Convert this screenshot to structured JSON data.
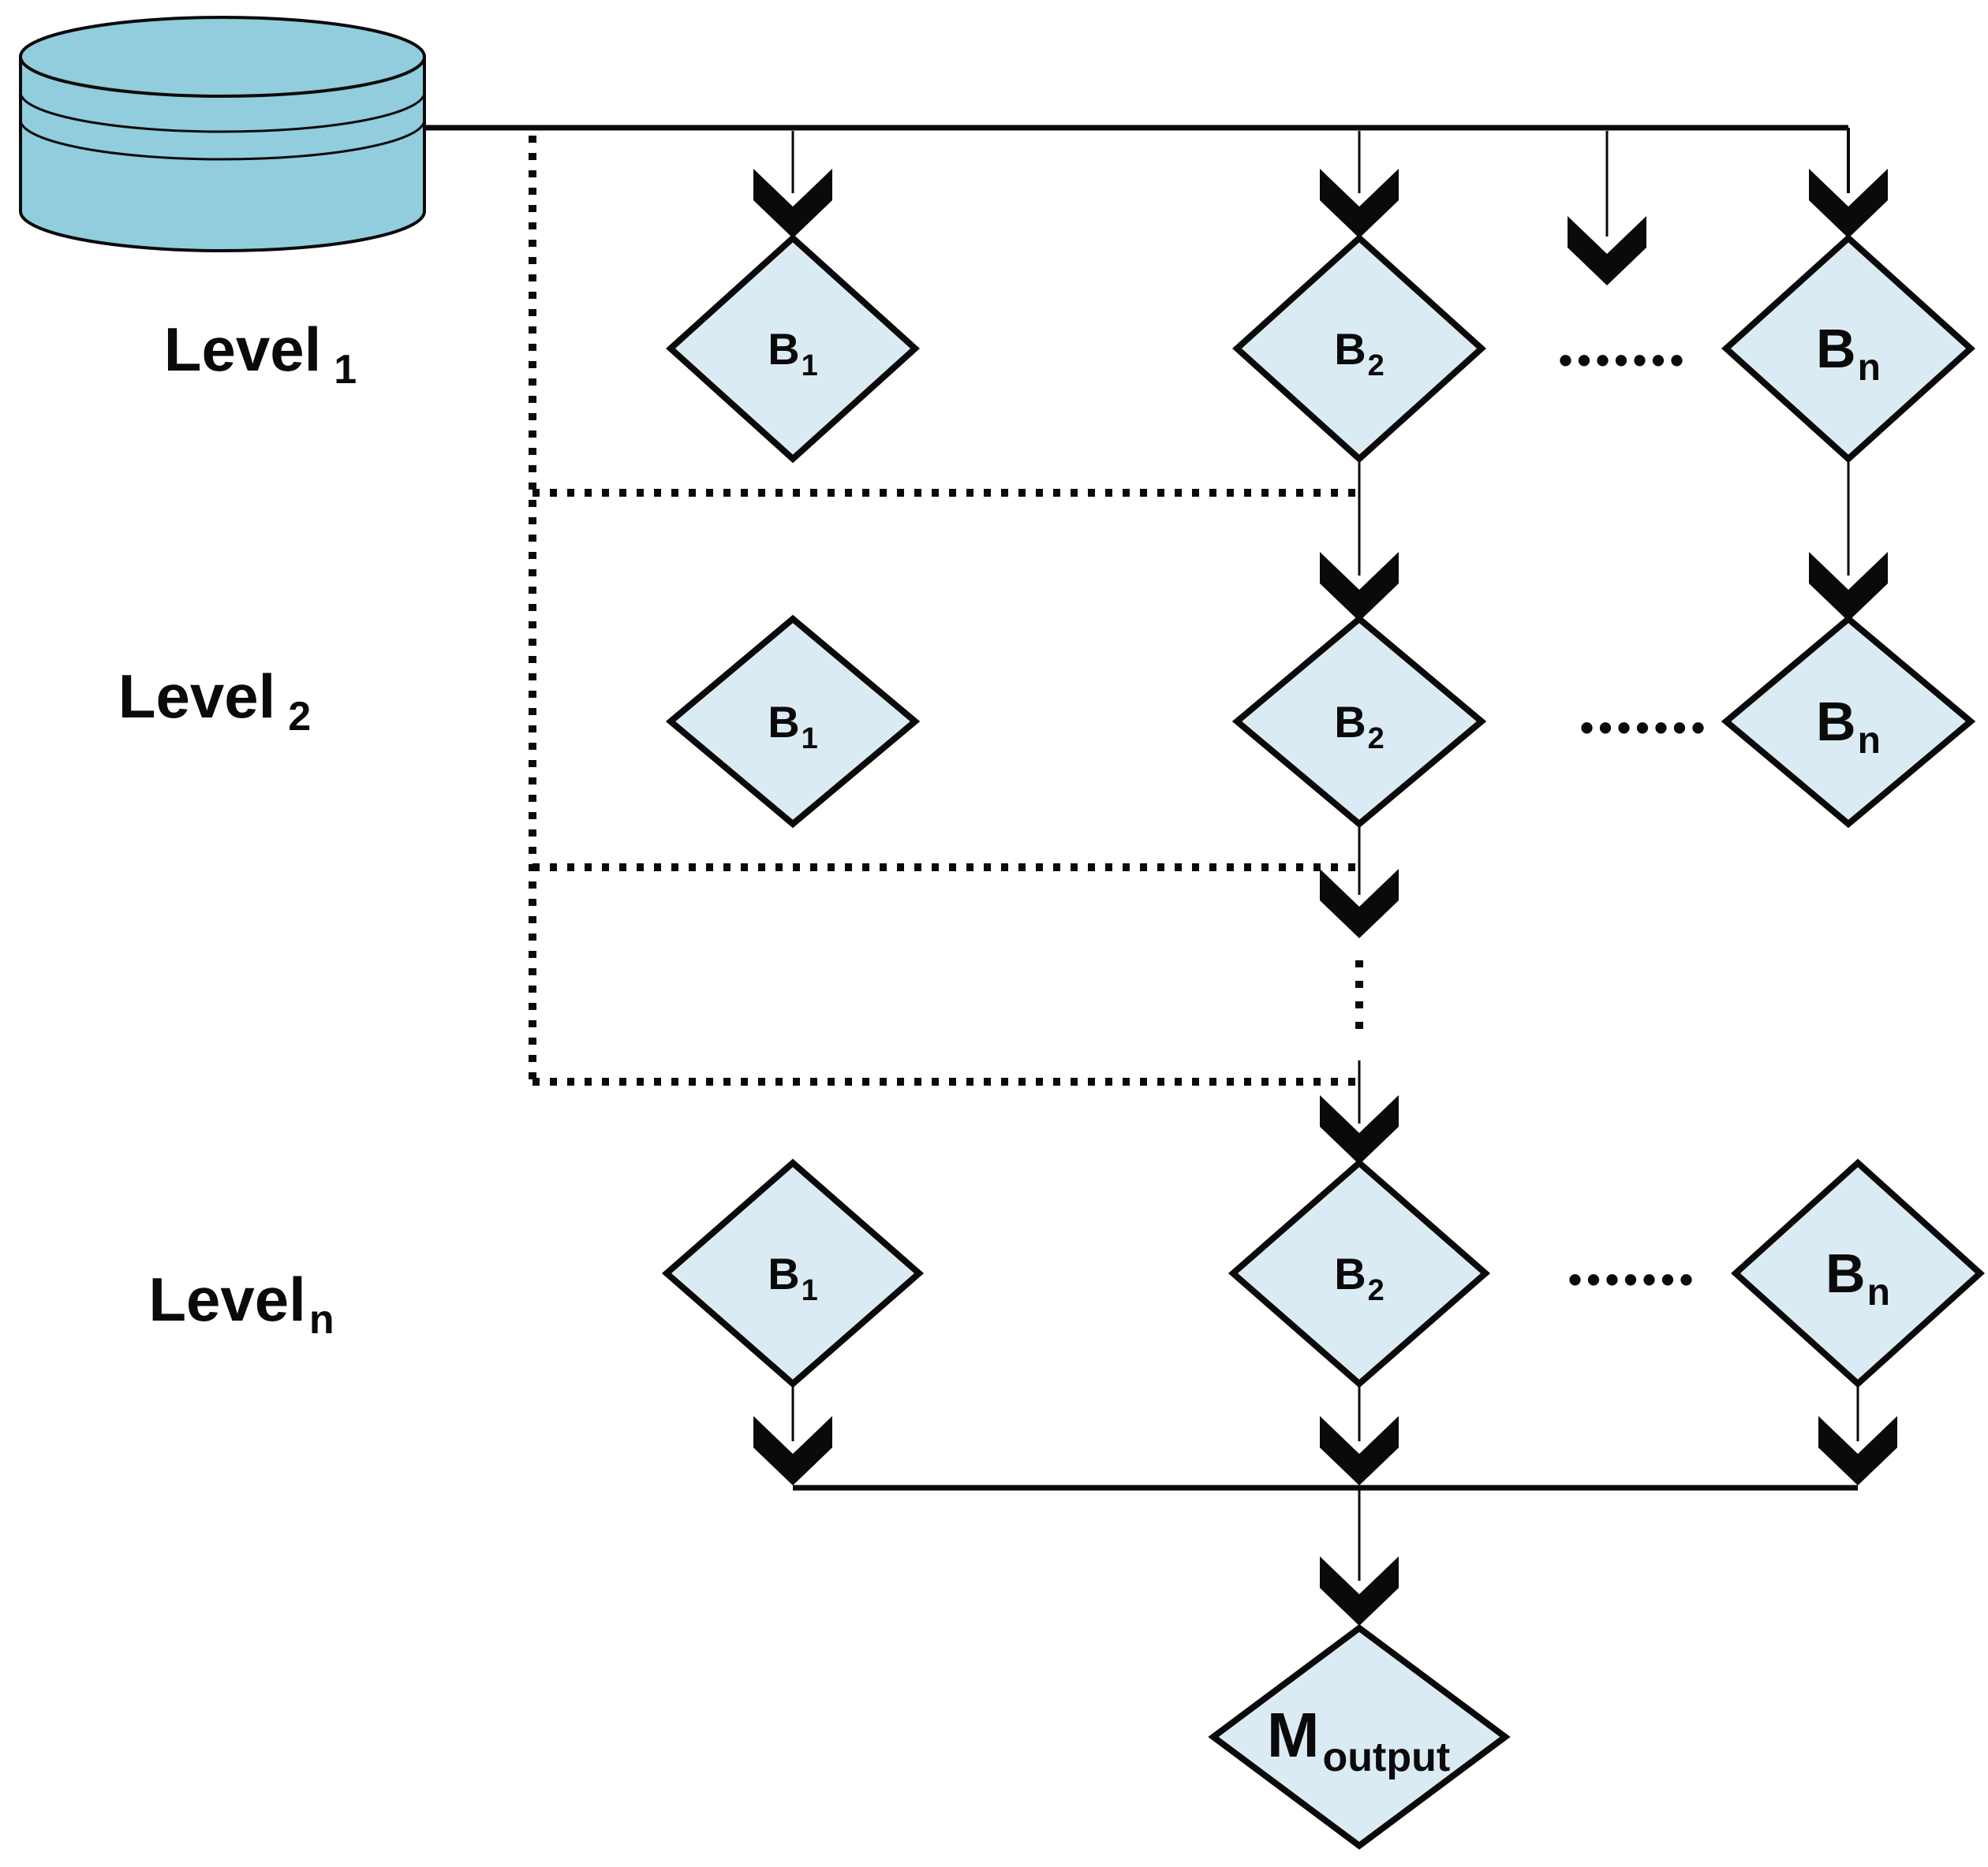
{
  "colors": {
    "cylinder_fill": "#91CDDC",
    "diamond_fill": "#DBEBF3",
    "line": "#0a0a0a",
    "background": "#ffffff"
  },
  "levels": [
    {
      "label": {
        "main": "Level",
        "sub": "1"
      },
      "nodes": [
        {
          "main": "B",
          "sub": "1"
        },
        {
          "main": "B",
          "sub": "2"
        },
        {
          "main": "B",
          "sub": "n"
        }
      ],
      "ellipsis": "•••••••"
    },
    {
      "label": {
        "main": "Level",
        "sub": "2"
      },
      "nodes": [
        {
          "main": "B",
          "sub": "1"
        },
        {
          "main": "B",
          "sub": "2"
        },
        {
          "main": "B",
          "sub": "n"
        }
      ],
      "ellipsis": "•••••••"
    },
    {
      "label": {
        "main": "Level",
        "sub": "n"
      },
      "nodes": [
        {
          "main": "B",
          "sub": "1"
        },
        {
          "main": "B",
          "sub": "2"
        },
        {
          "main": "B",
          "sub": "n"
        }
      ],
      "ellipsis": "•••••••"
    }
  ],
  "output": {
    "main": "M",
    "sub": "output"
  }
}
